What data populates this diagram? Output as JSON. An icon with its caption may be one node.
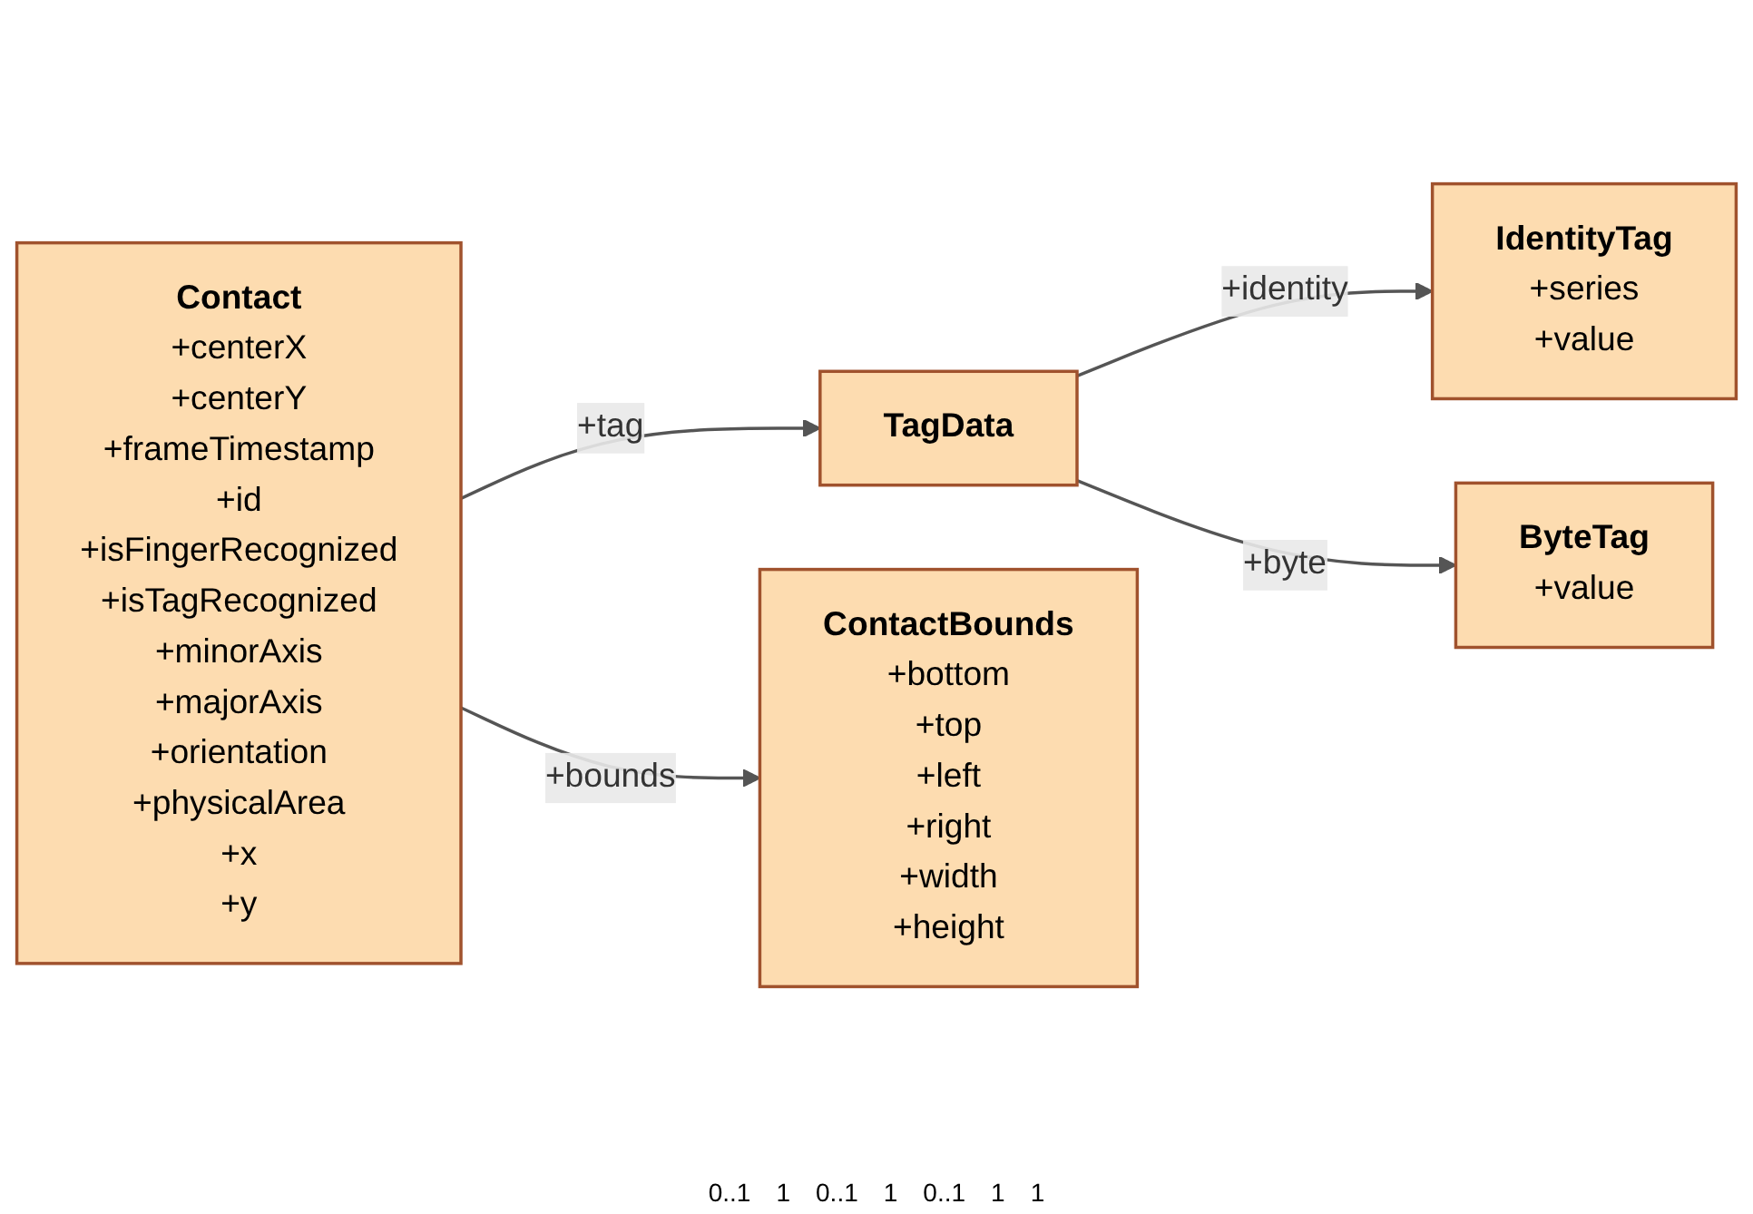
{
  "diagram": {
    "nodes": [
      {
        "text": [
          "Contact",
          "+centerX",
          "+centerY",
          "+frameTimestamp",
          "+id",
          "+isFingerRecognized",
          "+isTagRecognized",
          "+minorAxis",
          "+majorAxis",
          "+orientation",
          "+physicalArea",
          "+x",
          "+y"
        ]
      },
      {
        "text": [
          "TagData"
        ]
      },
      {
        "text": [
          "IdentityTag",
          "+series",
          "+value"
        ]
      },
      {
        "text": [
          "ByteTag",
          "+value"
        ]
      },
      {
        "text": [
          "ContactBounds",
          "+bottom",
          "+top",
          "+left",
          "+right",
          "+width",
          "+height"
        ]
      }
    ],
    "edges": [
      {
        "from": 0,
        "to": 1,
        "arrow": "to",
        "label": "+tag"
      },
      {
        "from": 1,
        "to": 2,
        "arrow": "to",
        "label": "+identity"
      },
      {
        "from": 1,
        "to": 3,
        "arrow": "to",
        "label": "+byte"
      },
      {
        "from": 0,
        "to": 4,
        "arrow": "to",
        "label": "+bounds"
      }
    ],
    "labels": [
      "0..1",
      "1",
      "0..1",
      "1",
      "0..1",
      "1",
      "1"
    ]
  }
}
